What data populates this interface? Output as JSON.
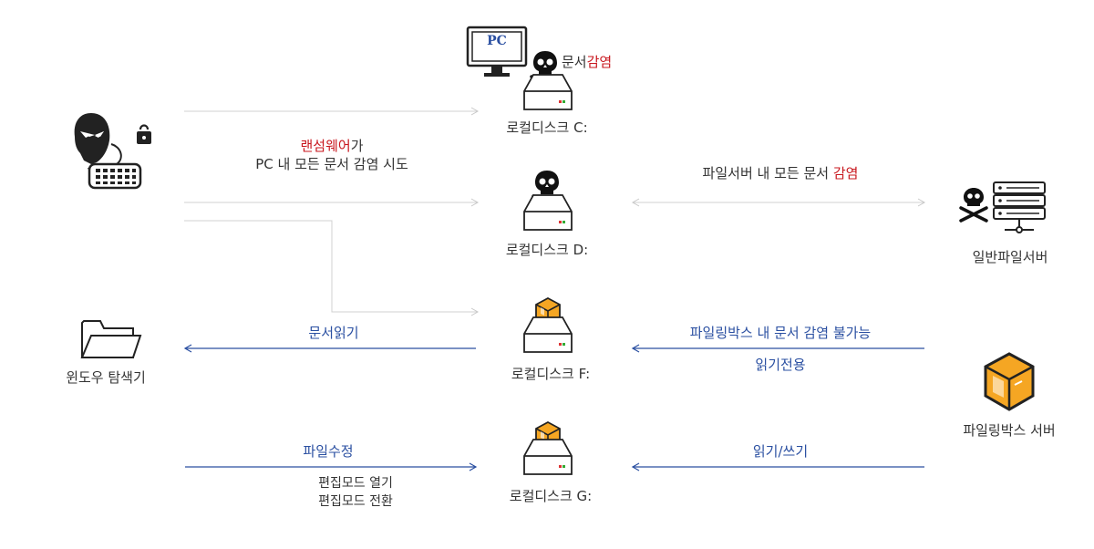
{
  "pc": {
    "screen_label": "PC",
    "infect_text": "문서",
    "infect_highlight": "감염"
  },
  "drives": {
    "c": "로컬디스크 C:",
    "d": "로컬디스크 D:",
    "f": "로컬디스크 F:",
    "g": "로컬디스크 G:"
  },
  "ransomware": {
    "name": "랜섬웨어",
    "suffix": "가",
    "line2": "PC 내 모든 문서 감염 시도"
  },
  "fileserver": {
    "caption_text": "파일서버 내 모든 문서 ",
    "caption_highlight": "감염",
    "name": "일반파일서버"
  },
  "explorer": {
    "name": "윈도우 탐색기",
    "read_label": "문서읽기"
  },
  "filingbox": {
    "no_infect": "파일링박스 내 문서 감염 불가능",
    "readonly": "읽기전용",
    "readwrite": "읽기/쓰기",
    "name": "파일링박스 서버"
  },
  "edit": {
    "label": "파일수정",
    "line1": "편집모드 열기",
    "line2": "편집모드 전환"
  },
  "colors": {
    "red": "#c8171e",
    "blue": "#2a4fa1",
    "gray_line": "#d0d0d0",
    "orange": "#f5a623",
    "dark": "#222222"
  }
}
